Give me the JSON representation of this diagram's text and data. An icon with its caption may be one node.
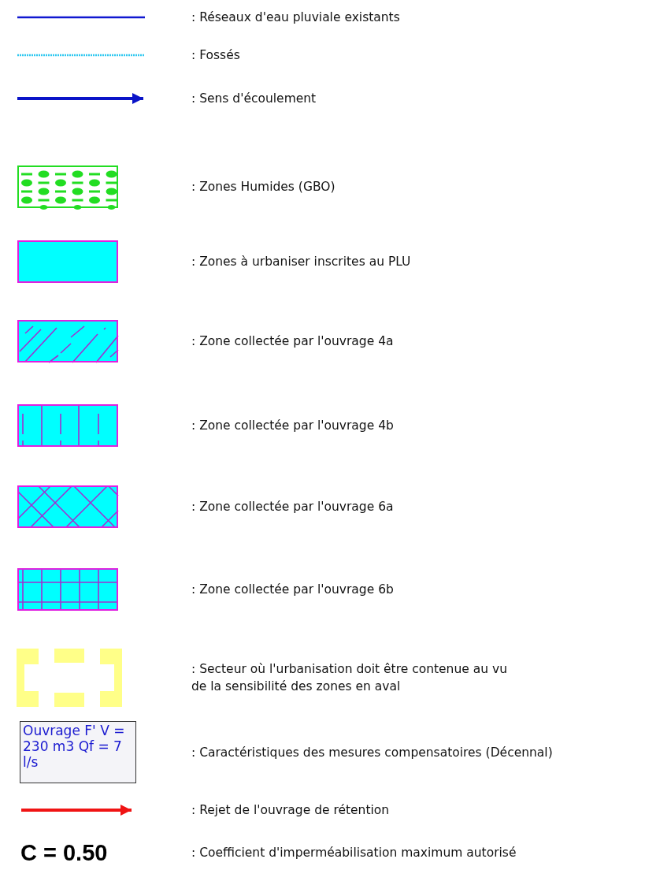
{
  "diagram": {
    "nodes": [
      {
        "text": [
          "Ouvrage F' V = 230 m3 Qf = 7 l/s"
        ]
      }
    ],
    "labels": [
      "C = 0.50"
    ],
    "legend": [
      {
        "text": ": Réseaux d'eau pluviale existants"
      },
      {
        "text": ": Fossés"
      },
      {
        "text": ": Sens d'écoulement"
      },
      {
        "text": ": Zones Humides (GBO)"
      },
      {
        "text": ": Zones à urbaniser inscrites au PLU",
        "color": "#00ffff"
      },
      {
        "text": ": Zone collectée par l'ouvrage 4a"
      },
      {
        "text": ": Zone collectée par l'ouvrage 4b"
      },
      {
        "text": ": Zone collectée par l'ouvrage 6a"
      },
      {
        "text": ": Zone collectée par l'ouvrage 6b"
      },
      {
        "text": ": Secteur où l'urbanisation doit être contenue au vu de la sensibilité des zones en aval"
      },
      {
        "text": ": Caractéristiques des mesures compensatoires (Décennal)"
      },
      {
        "text": ": Rejet de l'ouvrage de rétention"
      },
      {
        "text": ": Coefficient d'imperméabilisation maximum autorisé"
      }
    ]
  }
}
